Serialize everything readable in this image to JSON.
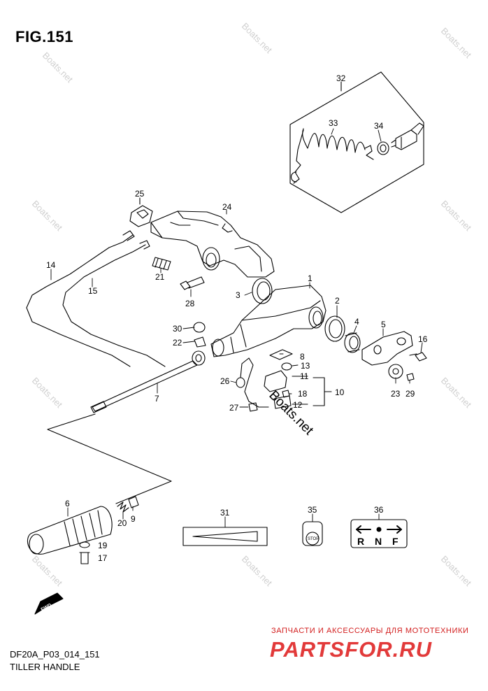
{
  "figure": {
    "title": "FIG.151"
  },
  "footer": {
    "code": "DF20A_P03_014_151",
    "name": "TILLER HANDLE"
  },
  "watermark": {
    "tagline": "ЗАПЧАСТИ И АКСЕССУАРЫ ДЛЯ МОТОТЕХНИКИ",
    "logo": "PARTSFOR.RU",
    "site": "Boats.net",
    "color": "#e23a3a"
  },
  "parts": [
    {
      "id": "p1",
      "label": "1"
    },
    {
      "id": "p2",
      "label": "2"
    },
    {
      "id": "p3",
      "label": "3"
    },
    {
      "id": "p4",
      "label": "4"
    },
    {
      "id": "p5",
      "label": "5"
    },
    {
      "id": "p6",
      "label": "6"
    },
    {
      "id": "p7",
      "label": "7"
    },
    {
      "id": "p8",
      "label": "8"
    },
    {
      "id": "p9",
      "label": "9"
    },
    {
      "id": "p10",
      "label": "10"
    },
    {
      "id": "p11",
      "label": "11"
    },
    {
      "id": "p12",
      "label": "12"
    },
    {
      "id": "p13",
      "label": "13"
    },
    {
      "id": "p14",
      "label": "14"
    },
    {
      "id": "p15",
      "label": "15"
    },
    {
      "id": "p16",
      "label": "16"
    },
    {
      "id": "p17",
      "label": "17"
    },
    {
      "id": "p18",
      "label": "18"
    },
    {
      "id": "p19",
      "label": "19"
    },
    {
      "id": "p20",
      "label": "20"
    },
    {
      "id": "p21",
      "label": "21"
    },
    {
      "id": "p22",
      "label": "22"
    },
    {
      "id": "p23",
      "label": "23"
    },
    {
      "id": "p24",
      "label": "24"
    },
    {
      "id": "p25",
      "label": "25"
    },
    {
      "id": "p26",
      "label": "26"
    },
    {
      "id": "p27",
      "label": "27"
    },
    {
      "id": "p28",
      "label": "28"
    },
    {
      "id": "p29",
      "label": "29"
    },
    {
      "id": "p30",
      "label": "30"
    },
    {
      "id": "p31",
      "label": "31"
    },
    {
      "id": "p32",
      "label": "32"
    },
    {
      "id": "p33",
      "label": "33"
    },
    {
      "id": "p34",
      "label": "34"
    },
    {
      "id": "p35",
      "label": "35"
    },
    {
      "id": "p36",
      "label": "36"
    }
  ],
  "decal_stop": {
    "text": "STOP"
  },
  "decal_shift": {
    "letters": [
      "R",
      "N",
      "F"
    ]
  },
  "fwd_arrow": {
    "text": "FWD"
  }
}
